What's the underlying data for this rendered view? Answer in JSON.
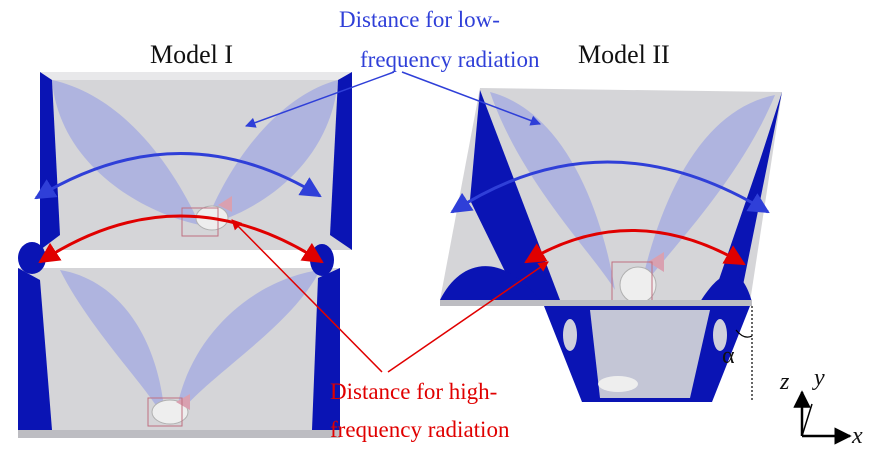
{
  "labels": {
    "model_1": "Model I",
    "model_2": "Model II",
    "low_freq_line1": "Distance for low-",
    "low_freq_line2": "frequency radiation",
    "high_freq_line1": "Distance for high-",
    "high_freq_line2": "frequency radiation",
    "angle": "α"
  },
  "axes": {
    "z": "z",
    "y": "y",
    "x": "x"
  },
  "colors": {
    "low_frequency": "#2f3fd8",
    "high_frequency": "#e00000",
    "flare": "#0a14b4",
    "flare_translucent": "#a8aee0",
    "housing": "#c8c8cc"
  }
}
